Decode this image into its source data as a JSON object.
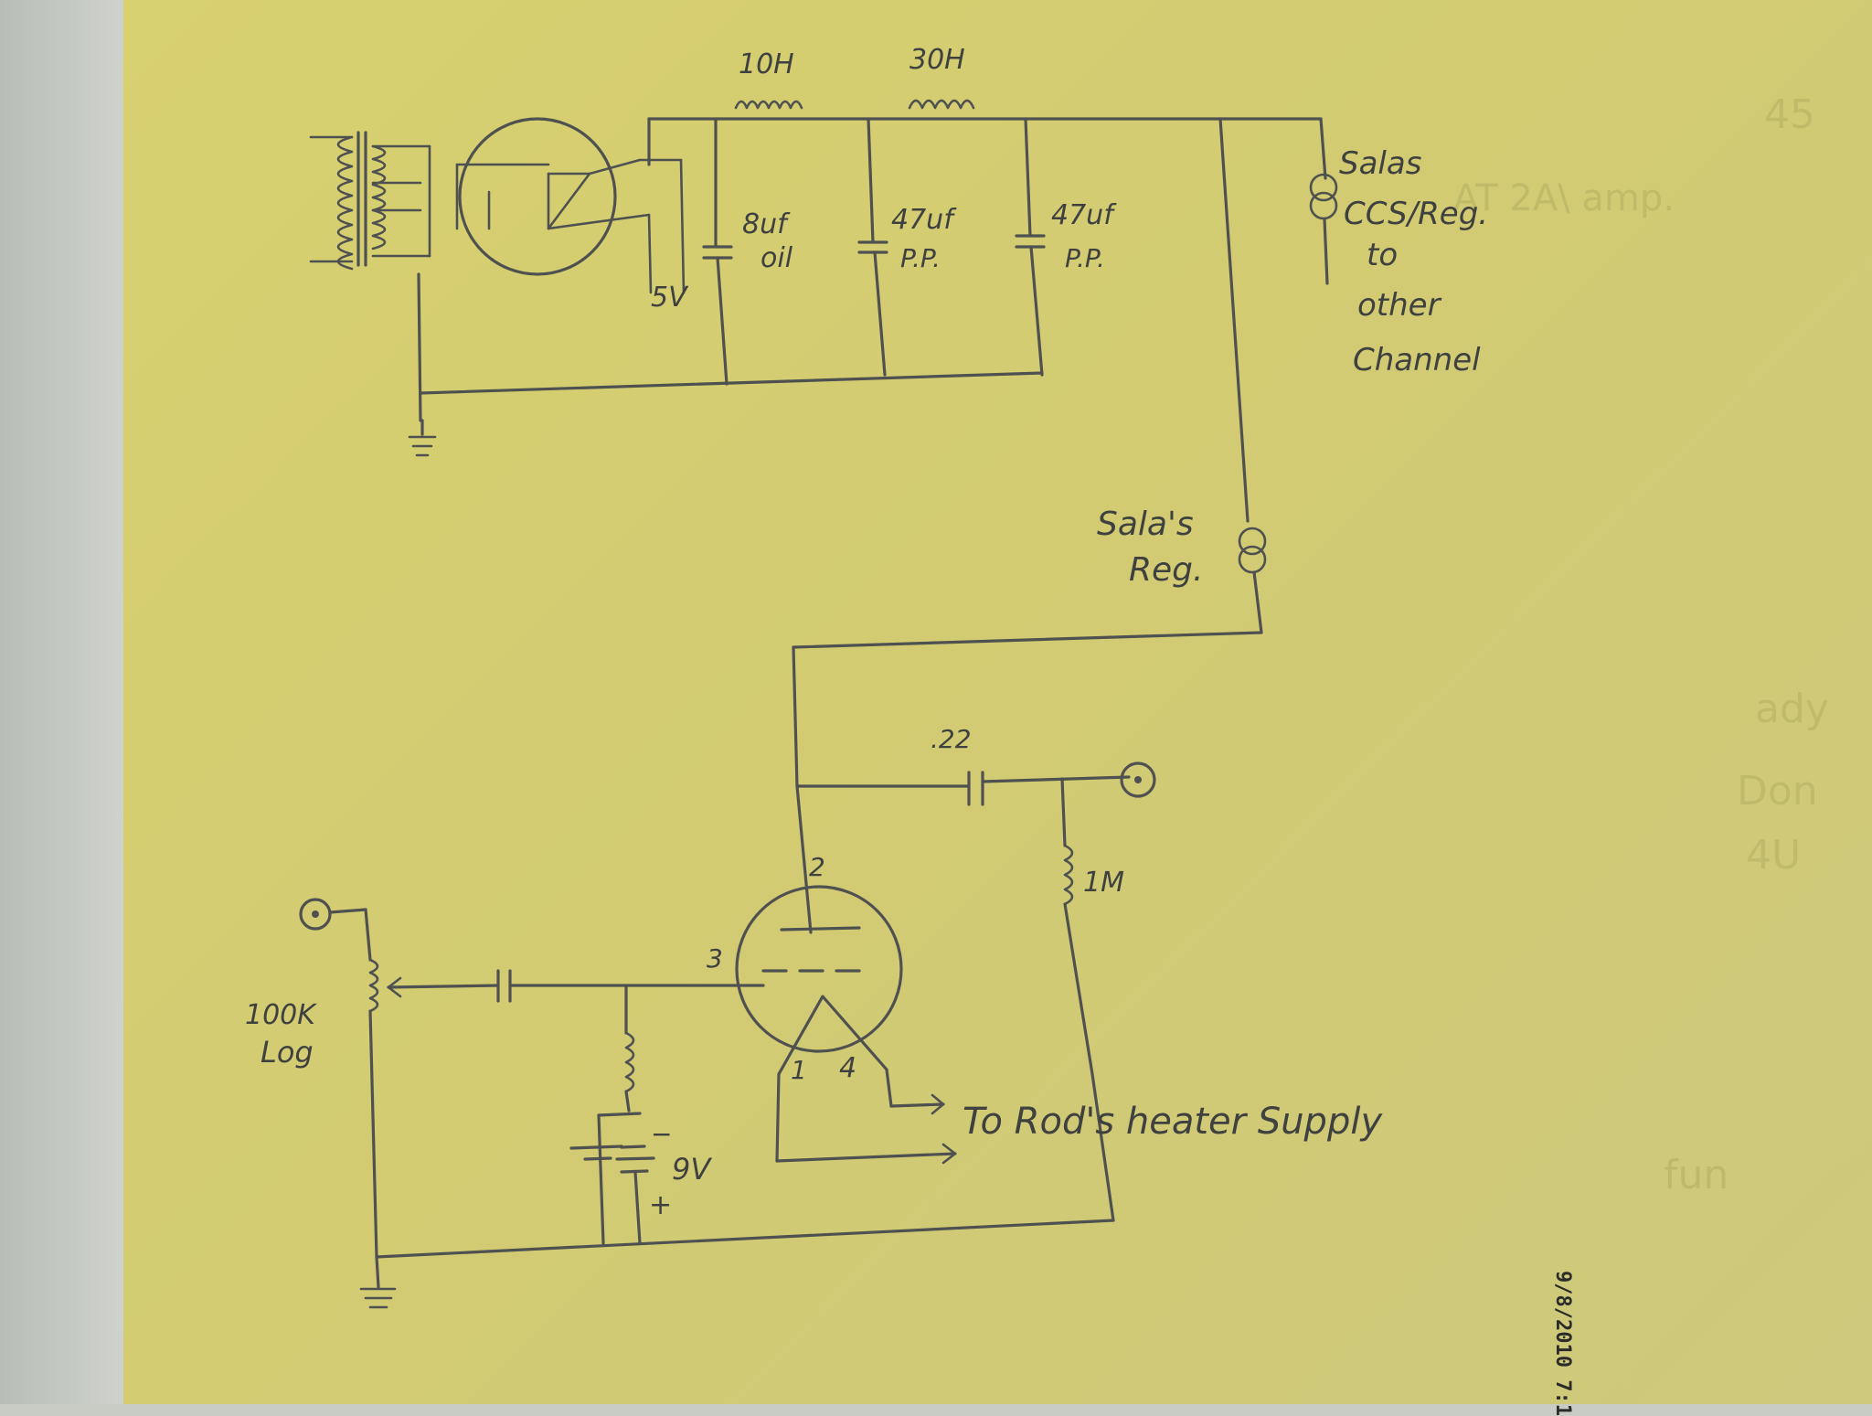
{
  "power_supply": {
    "choke1": "10H",
    "choke2": "30H",
    "rectifier_heater": "5V",
    "cap1": [
      "8uf",
      "oil"
    ],
    "cap2": [
      "47uf",
      "P.P."
    ],
    "cap3": [
      "47uf",
      "P.P."
    ],
    "ccs_note": [
      "Salas",
      "CCS/Reg.",
      "to",
      "other",
      "Channel"
    ],
    "reg_note": [
      "Sala's",
      "Reg."
    ]
  },
  "amplifier": {
    "coupling_cap": ".22",
    "plate_resistor": "1M",
    "volume_pot": [
      "100K",
      "Log"
    ],
    "bias_battery": "9V",
    "battery_minus": "−",
    "battery_plus": "+",
    "pin_plate": "2",
    "pin_grid": "3",
    "pin_heater1": "1",
    "pin_heater2": "4",
    "heater_note": "To Rod's heater Supply"
  },
  "timestamp": "9/8/2010 7:1",
  "colors": {
    "paper": "#d6cf73",
    "ink": "#4f5150"
  }
}
